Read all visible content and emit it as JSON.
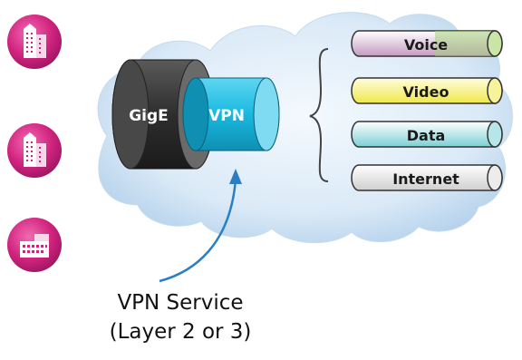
{
  "icons": [
    {
      "name": "office-tower-icon"
    },
    {
      "name": "office-tower-icon"
    },
    {
      "name": "factory-building-icon"
    }
  ],
  "tunnel": {
    "outer_label": "GigE",
    "inner_label": "VPN"
  },
  "services": [
    "Voice",
    "Video",
    "Data",
    "Internet"
  ],
  "service_colors": [
    "#c49ac0",
    "#f5f07a",
    "#8fd5d8",
    "#e2e2e2"
  ],
  "caption": {
    "line1": "VPN Service",
    "line2": "(Layer 2 or 3)"
  },
  "colors": {
    "icon_magenta": "#d0237e",
    "gige_dark": "#3a3a3a",
    "vpn_cyan": "#19b9e0",
    "arrow_blue": "#2a7fc2",
    "cloud_blue": "#dbeaf7"
  }
}
